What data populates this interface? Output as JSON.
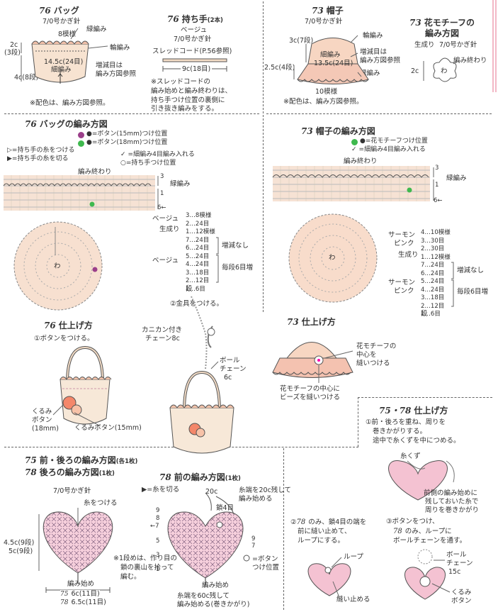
{
  "colors": {
    "peach": "#f7d6c2",
    "pink": "#f4c2d2",
    "purple": "#9b3f8a",
    "green": "#3fb94e",
    "line": "#444444"
  },
  "bag": {
    "num": "76",
    "title": "バッグ",
    "hook": "7/0号かぎ針",
    "l_8": "8模様",
    "l_green": "緑編み",
    "l_wa": "輪編み",
    "l_2c": "2c",
    "l_3dan": "(3段)",
    "l_4c": "4c(8段)",
    "l_bottom1": "14.5c(24目)",
    "l_bottom2": "細編み",
    "l_inc1": "増減目は",
    "l_inc2": "編み方図参照",
    "note": "※配色は、編み方図参照。"
  },
  "handle": {
    "num": "76",
    "title": "持ち手",
    "count": "(2本)",
    "color": "ベージュ",
    "hook": "7/0号かぎ針",
    "cord": "スレッドコード(P.56参照)",
    "length": "9c(18目)",
    "note1": "※スレッドコードの",
    "note2": "編み始めと編み終わりは、",
    "note3": "持ち手つけ位置の裏側に",
    "note4": "引き抜き編みをする。"
  },
  "hat": {
    "num": "73",
    "title": "帽子",
    "hook": "7/0号かぎ針",
    "l_3c": "3c(7段)",
    "l_wa": "輪編み",
    "l_25": "2.5c(4段)",
    "l_inc1": "増減目は",
    "l_inc2": "編み方図参照",
    "l_c1": "細編み",
    "l_c2": "13.5c(24目)",
    "l_green": "緑編み",
    "l_10": "10模様",
    "note": "※配色は、編み方図参照。"
  },
  "motif": {
    "num": "73",
    "title1": "花モチーフの",
    "title2": "編み方図",
    "color": "生成り",
    "hook": "7/0号かぎ針",
    "size": "2c",
    "end": "編み終わり",
    "wa": "わ"
  },
  "bag_chart": {
    "num": "76",
    "title": "バッグの編み方図",
    "legend": [
      "●=ボタン(15mm)つけ位置",
      "●=ボタン(18mm)つけ位置",
      "▷=持ち手の糸をつける",
      "▶=持ち手の糸を切る",
      "=細編み4目編み入れる",
      "○=持ち手つけ位置"
    ],
    "end": "編み終わり",
    "green": "緑編み",
    "r3": "3",
    "r1": "1",
    "r6": "6←",
    "wa": "わ",
    "c_beige": "ベージュ",
    "c_kinari": "生成り",
    "c_beige2": "ベージュ",
    "rows": [
      "3…8模様",
      "2…24目",
      "1…12模様",
      "7…24目",
      "6…24目",
      "5…24目",
      "4…24目",
      "3…18目",
      "2…12目",
      "1…6目"
    ],
    "dan": "段",
    "no_change": "増減なし",
    "inc": "毎段6目増"
  },
  "hat_chart": {
    "num": "73",
    "title": "帽子の編み方図",
    "legend": [
      "●=花モチーフつけ位置",
      "=細編み4目編み入れる"
    ],
    "end": "編み終わり",
    "green": "緑編み",
    "r3": "3",
    "r1": "1",
    "r6": "6←",
    "wa": "わ",
    "c_salmon": "サーモン",
    "c_pink": "ピンク",
    "c_kinari": "生成り",
    "c_salmon2": "サーモン",
    "c_pink2": "ピンク",
    "rows": [
      "4…10模様",
      "3…30目",
      "2…30目",
      "1…12模様",
      "7…24目",
      "6…24目",
      "5…24目",
      "4…24目",
      "3…18目",
      "2…12目",
      "1…6目"
    ],
    "dan": "段",
    "no_change": "増減なし",
    "inc": "毎段6目増"
  },
  "bag_finish": {
    "num": "76",
    "title": "仕上げ方",
    "step1": "①ボタンをつける。",
    "step2": "②金具をつける。",
    "kani1": "カニカン付き",
    "kani2": "チェーン8c",
    "ball1": "ボール",
    "ball2": "チェーン",
    "ball3": "6c",
    "kurumi1": "くるみ",
    "kurumi2": "ボタン",
    "kurumi3": "(18mm)",
    "kurumi15": "くるみボタン(15mm)"
  },
  "hat_finish": {
    "num": "73",
    "title": "仕上げ方",
    "m1": "花モチーフの",
    "m2": "中心を",
    "m3": "縫いつける",
    "b1": "花モチーフの中心に",
    "b2": "ビーズを縫いつける"
  },
  "heart_finish": {
    "num": "75・78",
    "title": "仕上げ方",
    "s1a": "①前・後ろを重ね、周りを",
    "s1b": "巻きかがりする。",
    "s1c": "途中で糸くずを中につめる。",
    "kuzu": "糸くず",
    "f1": "前側の編み始めに",
    "f2": "残しておいた糸で",
    "f3": "周りを巻きかがり",
    "s2a": "②",
    "s2num": "78",
    "s2b": "のみ、鎖4目の端を",
    "s2c": "前に縫い止めて、",
    "s2d": "ループにする。",
    "loop": "ループ",
    "stop": "縫い止める",
    "s3a": "③ボタンをつけ、",
    "s3num": "78",
    "s3b": "のみ、ループに",
    "s3c": "ボールチェーンを通す。",
    "ball1": "ボール",
    "ball2": "チェーン",
    "ball3": "15c",
    "kurumi1": "くるみ",
    "kurumi2": "ボタン"
  },
  "heart_back": {
    "num1": "75",
    "title1": "前・後ろの編み方図",
    "cnt1": "(各1枚)",
    "num2": "78",
    "title2": "後ろの編み方図",
    "cnt2": "(1枚)",
    "hook": "7/0号かぎ針",
    "attach": "糸をつける",
    "h1": "4.5c(9段)",
    "h2": "5c(9段)",
    "start": "編み始め",
    "n1": "※1段めは、作り目の",
    "n2": "鎖の裏山を拾って",
    "n3": "編む。",
    "w_num1": "75",
    "w1": "6c(11目)",
    "w_num2": "78",
    "w2": "6.5c(11目)"
  },
  "heart_front": {
    "num": "78",
    "title": "前の編み方図",
    "cnt": "(1枚)",
    "cut": "▶=糸を切る",
    "c20": "20c",
    "e1": "糸端を20c残して",
    "e2": "編み始める",
    "chain": "鎖4目",
    "btn1": "=ボタン",
    "btn2": "つけ位置",
    "start": "編み始め",
    "f1": "糸端を60c残して",
    "f2": "編み始める(巻きかがり)",
    "r9": "9",
    "r8": "8",
    "r7": "←7",
    "r5": "5",
    "r3": "3",
    "r1": "1",
    "r9b": "9",
    "r7b": "7"
  }
}
